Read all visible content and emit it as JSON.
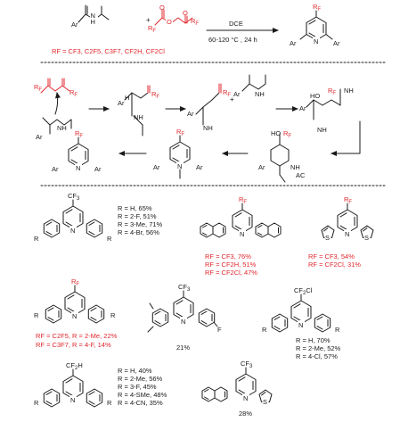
{
  "colors": {
    "ink": "#1a1a1a",
    "accent": "#e0262b"
  },
  "reaction": {
    "condition_top": "DCE",
    "condition_bottom": "60-120 °C , 24 h",
    "plus": "+",
    "rf_list": "RF = CF3, C2F5, C3F7, CF2H, CF2Cl"
  },
  "mechanism": {
    "plus": "+"
  },
  "labels": {
    "rf": "RF",
    "ar": "Ar",
    "n": "N",
    "h": "H",
    "nh": "NH",
    "ho": "HO",
    "r": "R",
    "cf3": "CF3",
    "cf2cl": "CF2Cl",
    "cf2h": "CF2H",
    "rf_sub": "F",
    "cf3_sub": "3",
    "cf2_sub": "2",
    "sub5": "5",
    "sub7": "7",
    "ac": "AC",
    "o": "O",
    "s": "S",
    "f": "F"
  },
  "scope": {
    "p1": [
      "R = H, 65%",
      "R = 2-F, 51%",
      "R = 3-Me, 71%",
      "R = 4-Br, 56%"
    ],
    "p2": [
      "RF = CF3, 76%",
      "RF = CF2H, 51%",
      "RF = CF2Cl, 47%"
    ],
    "p3": [
      "RF = CF3, 54%",
      "RF = CF2Cl, 31%"
    ],
    "p4": [
      "RF = C2F5, R = 2-Me, 22%",
      "RF = C3F7, R = 4-F, 14%"
    ],
    "p5": "21%",
    "p6": [
      "R = H, 70%",
      "R = 2-Me, 52%",
      "R = 4-Cl, 57%"
    ],
    "p7": [
      "R = H, 40%",
      "R = 2-Me, 56%",
      "R = 3-F, 45%",
      "R = 4-SMe, 48%",
      "R = 4-CN, 35%"
    ],
    "p8": "28%"
  }
}
